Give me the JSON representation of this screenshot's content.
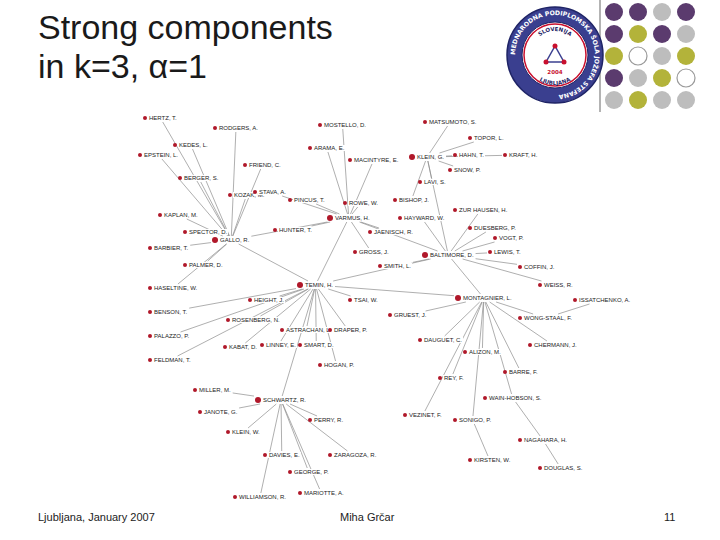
{
  "diagram": {
    "title": "Strong components in k=3, α=1",
    "nodes": [
      {
        "text": [
          "TEMIN, H."
        ]
      },
      {
        "text": [
          "BALTIMORE, D."
        ]
      },
      {
        "text": [
          "GALLO, R."
        ]
      },
      {
        "text": [
          "MONTAGNIER, L."
        ]
      },
      {
        "text": [
          "VARMUS, H."
        ]
      },
      {
        "text": [
          "KLEIN, G."
        ]
      },
      {
        "text": [
          "SCHWARTZ, R."
        ]
      },
      {
        "text": [
          "HERTZ, T."
        ]
      },
      {
        "text": [
          "RODGERS, A."
        ]
      },
      {
        "text": [
          "KEDES, L."
        ]
      },
      {
        "text": [
          "EPSTEIN, L."
        ]
      },
      {
        "text": [
          "BERGER, S."
        ]
      },
      {
        "text": [
          "KAPLAN, M."
        ]
      },
      {
        "text": [
          "SPECTOR, D."
        ]
      },
      {
        "text": [
          "BARBIER, T."
        ]
      },
      {
        "text": [
          "PALMER, D."
        ]
      },
      {
        "text": [
          "HASELTINE, W."
        ]
      },
      {
        "text": [
          "KOZAK, M."
        ]
      },
      {
        "text": [
          "FRIEND, C."
        ]
      },
      {
        "text": [
          "MOSTELLO, D."
        ]
      },
      {
        "text": [
          "ARAMA, E."
        ]
      },
      {
        "text": [
          "MACINTYRE, E."
        ]
      },
      {
        "text": [
          "STAVA, A."
        ]
      },
      {
        "text": [
          "PINCUS, T."
        ]
      },
      {
        "text": [
          "ROWE, W."
        ]
      },
      {
        "text": [
          "JAENISCH, R."
        ]
      },
      {
        "text": [
          "GROSS, J."
        ]
      },
      {
        "text": [
          "HUNTER, T."
        ]
      },
      {
        "text": [
          "MATSUMOTO, S."
        ]
      },
      {
        "text": [
          "TOPOR, L."
        ]
      },
      {
        "text": [
          "HAHN, T."
        ]
      },
      {
        "text": [
          "SNOW, P."
        ]
      },
      {
        "text": [
          "KRAFT, H."
        ]
      },
      {
        "text": [
          "LAVI, S."
        ]
      },
      {
        "text": [
          "BISHOP, J."
        ]
      },
      {
        "text": [
          "ZUR HAUSEN, H."
        ]
      },
      {
        "text": [
          "DUESBERG, P."
        ]
      },
      {
        "text": [
          "VOGT, P."
        ]
      },
      {
        "text": [
          "LEWIS, T."
        ]
      },
      {
        "text": [
          "COFFIN, J."
        ]
      },
      {
        "text": [
          "WEISS, R."
        ]
      },
      {
        "text": [
          "SMITH, L."
        ]
      },
      {
        "text": [
          "HAYWARD, W."
        ]
      },
      {
        "text": [
          "WONG-STAAL, F."
        ]
      },
      {
        "text": [
          "CHERMANN, J."
        ]
      },
      {
        "text": [
          "BARRE, F."
        ]
      },
      {
        "text": [
          "ALIZON, M."
        ]
      },
      {
        "text": [
          "REY, F."
        ]
      },
      {
        "text": [
          "WAIN-HOBSON, S."
        ]
      },
      {
        "text": [
          "SONIGO, P."
        ]
      },
      {
        "text": [
          "VEZINET, F."
        ]
      },
      {
        "text": [
          "DAUGUET, C."
        ]
      },
      {
        "text": [
          "GRUEST, J."
        ]
      },
      {
        "text": [
          "HEIGHT, J."
        ]
      },
      {
        "text": [
          "ROSENBERG, N."
        ]
      },
      {
        "text": [
          "ASTRACHAN, L."
        ]
      },
      {
        "text": [
          "LINNEY, E."
        ]
      },
      {
        "text": [
          "SMART, D."
        ]
      },
      {
        "text": [
          "DRAPER, P."
        ]
      },
      {
        "text": [
          "KABAT, D."
        ]
      },
      {
        "text": [
          "HOGAN, P."
        ]
      },
      {
        "text": [
          "TSAI, W."
        ]
      },
      {
        "text": [
          "BENSON, T."
        ]
      },
      {
        "text": [
          "PALAZZO, P."
        ]
      },
      {
        "text": [
          "FELDMAN, T."
        ]
      },
      {
        "text": [
          "MILLER, M."
        ]
      },
      {
        "text": [
          "JANOTE, G."
        ]
      },
      {
        "text": [
          "KLEIN, W."
        ]
      },
      {
        "text": [
          "DAVIES, E."
        ]
      },
      {
        "text": [
          "GEORGE, P."
        ]
      },
      {
        "text": [
          "MARIOTTE, A."
        ]
      },
      {
        "text": [
          "WILLIAMSON, R."
        ]
      },
      {
        "text": [
          "ZARAGOZA, R."
        ]
      },
      {
        "text": [
          "PERRY, R."
        ]
      },
      {
        "text": [
          "ISSATCHENKO, A."
        ]
      },
      {
        "text": [
          "NAGAHARA, H."
        ]
      },
      {
        "text": [
          "DOUGLAS, S."
        ]
      },
      {
        "text": [
          "KIRSTEN, W."
        ]
      }
    ],
    "edges": [
      {
        "from": 0,
        "to": 1,
        "arrow": "none"
      },
      {
        "from": 0,
        "to": 2,
        "arrow": "none"
      },
      {
        "from": 0,
        "to": 4,
        "arrow": "none"
      },
      {
        "from": 1,
        "to": 3,
        "arrow": "none"
      },
      {
        "from": 1,
        "to": 5,
        "arrow": "none"
      },
      {
        "from": 4,
        "to": 1,
        "arrow": "none"
      },
      {
        "from": 2,
        "to": 4,
        "arrow": "none"
      },
      {
        "from": 0,
        "to": 3,
        "arrow": "none"
      },
      {
        "from": 0,
        "to": 6,
        "arrow": "none"
      },
      {
        "from": 2,
        "to": 7,
        "arrow": "none"
      },
      {
        "from": 2,
        "to": 8,
        "arrow": "none"
      },
      {
        "from": 2,
        "to": 9,
        "arrow": "none"
      },
      {
        "from": 2,
        "to": 10,
        "arrow": "none"
      },
      {
        "from": 2,
        "to": 11,
        "arrow": "none"
      },
      {
        "from": 2,
        "to": 12,
        "arrow": "none"
      },
      {
        "from": 2,
        "to": 13,
        "arrow": "none"
      },
      {
        "from": 2,
        "to": 14,
        "arrow": "none"
      },
      {
        "from": 2,
        "to": 15,
        "arrow": "none"
      },
      {
        "from": 2,
        "to": 16,
        "arrow": "none"
      },
      {
        "from": 2,
        "to": 17,
        "arrow": "none"
      },
      {
        "from": 2,
        "to": 18,
        "arrow": "none"
      },
      {
        "from": 4,
        "to": 19,
        "arrow": "none"
      },
      {
        "from": 4,
        "to": 20,
        "arrow": "none"
      },
      {
        "from": 4,
        "to": 21,
        "arrow": "none"
      },
      {
        "from": 4,
        "to": 22,
        "arrow": "none"
      },
      {
        "from": 4,
        "to": 23,
        "arrow": "none"
      },
      {
        "from": 4,
        "to": 24,
        "arrow": "none"
      },
      {
        "from": 4,
        "to": 25,
        "arrow": "none"
      },
      {
        "from": 4,
        "to": 26,
        "arrow": "none"
      },
      {
        "from": 4,
        "to": 27,
        "arrow": "none"
      },
      {
        "from": 5,
        "to": 28,
        "arrow": "none"
      },
      {
        "from": 5,
        "to": 29,
        "arrow": "none"
      },
      {
        "from": 5,
        "to": 30,
        "arrow": "none"
      },
      {
        "from": 5,
        "to": 31,
        "arrow": "none"
      },
      {
        "from": 5,
        "to": 32,
        "arrow": "none"
      },
      {
        "from": 5,
        "to": 33,
        "arrow": "none"
      },
      {
        "from": 5,
        "to": 34,
        "arrow": "none"
      },
      {
        "from": 1,
        "to": 35,
        "arrow": "none"
      },
      {
        "from": 1,
        "to": 36,
        "arrow": "none"
      },
      {
        "from": 1,
        "to": 37,
        "arrow": "none"
      },
      {
        "from": 1,
        "to": 38,
        "arrow": "none"
      },
      {
        "from": 1,
        "to": 39,
        "arrow": "none"
      },
      {
        "from": 1,
        "to": 40,
        "arrow": "none"
      },
      {
        "from": 1,
        "to": 41,
        "arrow": "none"
      },
      {
        "from": 1,
        "to": 42,
        "arrow": "none"
      },
      {
        "from": 3,
        "to": 43,
        "arrow": "none"
      },
      {
        "from": 3,
        "to": 44,
        "arrow": "none"
      },
      {
        "from": 3,
        "to": 45,
        "arrow": "none"
      },
      {
        "from": 3,
        "to": 46,
        "arrow": "none"
      },
      {
        "from": 3,
        "to": 47,
        "arrow": "none"
      },
      {
        "from": 3,
        "to": 48,
        "arrow": "none"
      },
      {
        "from": 3,
        "to": 49,
        "arrow": "none"
      },
      {
        "from": 3,
        "to": 50,
        "arrow": "none"
      },
      {
        "from": 3,
        "to": 51,
        "arrow": "none"
      },
      {
        "from": 3,
        "to": 52,
        "arrow": "none"
      },
      {
        "from": 0,
        "to": 53,
        "arrow": "none"
      },
      {
        "from": 0,
        "to": 54,
        "arrow": "none"
      },
      {
        "from": 0,
        "to": 55,
        "arrow": "none"
      },
      {
        "from": 0,
        "to": 56,
        "arrow": "none"
      },
      {
        "from": 0,
        "to": 57,
        "arrow": "none"
      },
      {
        "from": 0,
        "to": 58,
        "arrow": "none"
      },
      {
        "from": 0,
        "to": 59,
        "arrow": "none"
      },
      {
        "from": 0,
        "to": 60,
        "arrow": "none"
      },
      {
        "from": 0,
        "to": 61,
        "arrow": "none"
      },
      {
        "from": 0,
        "to": 62,
        "arrow": "none"
      },
      {
        "from": 0,
        "to": 63,
        "arrow": "none"
      },
      {
        "from": 0,
        "to": 64,
        "arrow": "none"
      },
      {
        "from": 6,
        "to": 65,
        "arrow": "none"
      },
      {
        "from": 6,
        "to": 66,
        "arrow": "none"
      },
      {
        "from": 6,
        "to": 67,
        "arrow": "none"
      },
      {
        "from": 6,
        "to": 68,
        "arrow": "none"
      },
      {
        "from": 6,
        "to": 69,
        "arrow": "none"
      },
      {
        "from": 6,
        "to": 70,
        "arrow": "none"
      },
      {
        "from": 6,
        "to": 71,
        "arrow": "none"
      },
      {
        "from": 6,
        "to": 72,
        "arrow": "none"
      },
      {
        "from": 6,
        "to": 73,
        "arrow": "none"
      },
      {
        "from": 43,
        "to": 74,
        "arrow": "none"
      },
      {
        "from": 48,
        "to": 75,
        "arrow": "none"
      },
      {
        "from": 75,
        "to": 76,
        "arrow": "none"
      },
      {
        "from": 49,
        "to": 77,
        "arrow": "none"
      }
    ],
    "labels": [
      "Ljubljana, January 2007",
      "Miha Grčar",
      "11",
      "MEDNARODNA PODIPLOMSKA ŠOLA JOŽEFA STEFANA",
      "SLOVENIJA",
      "LJUBLJANA",
      "2004"
    ]
  }
}
